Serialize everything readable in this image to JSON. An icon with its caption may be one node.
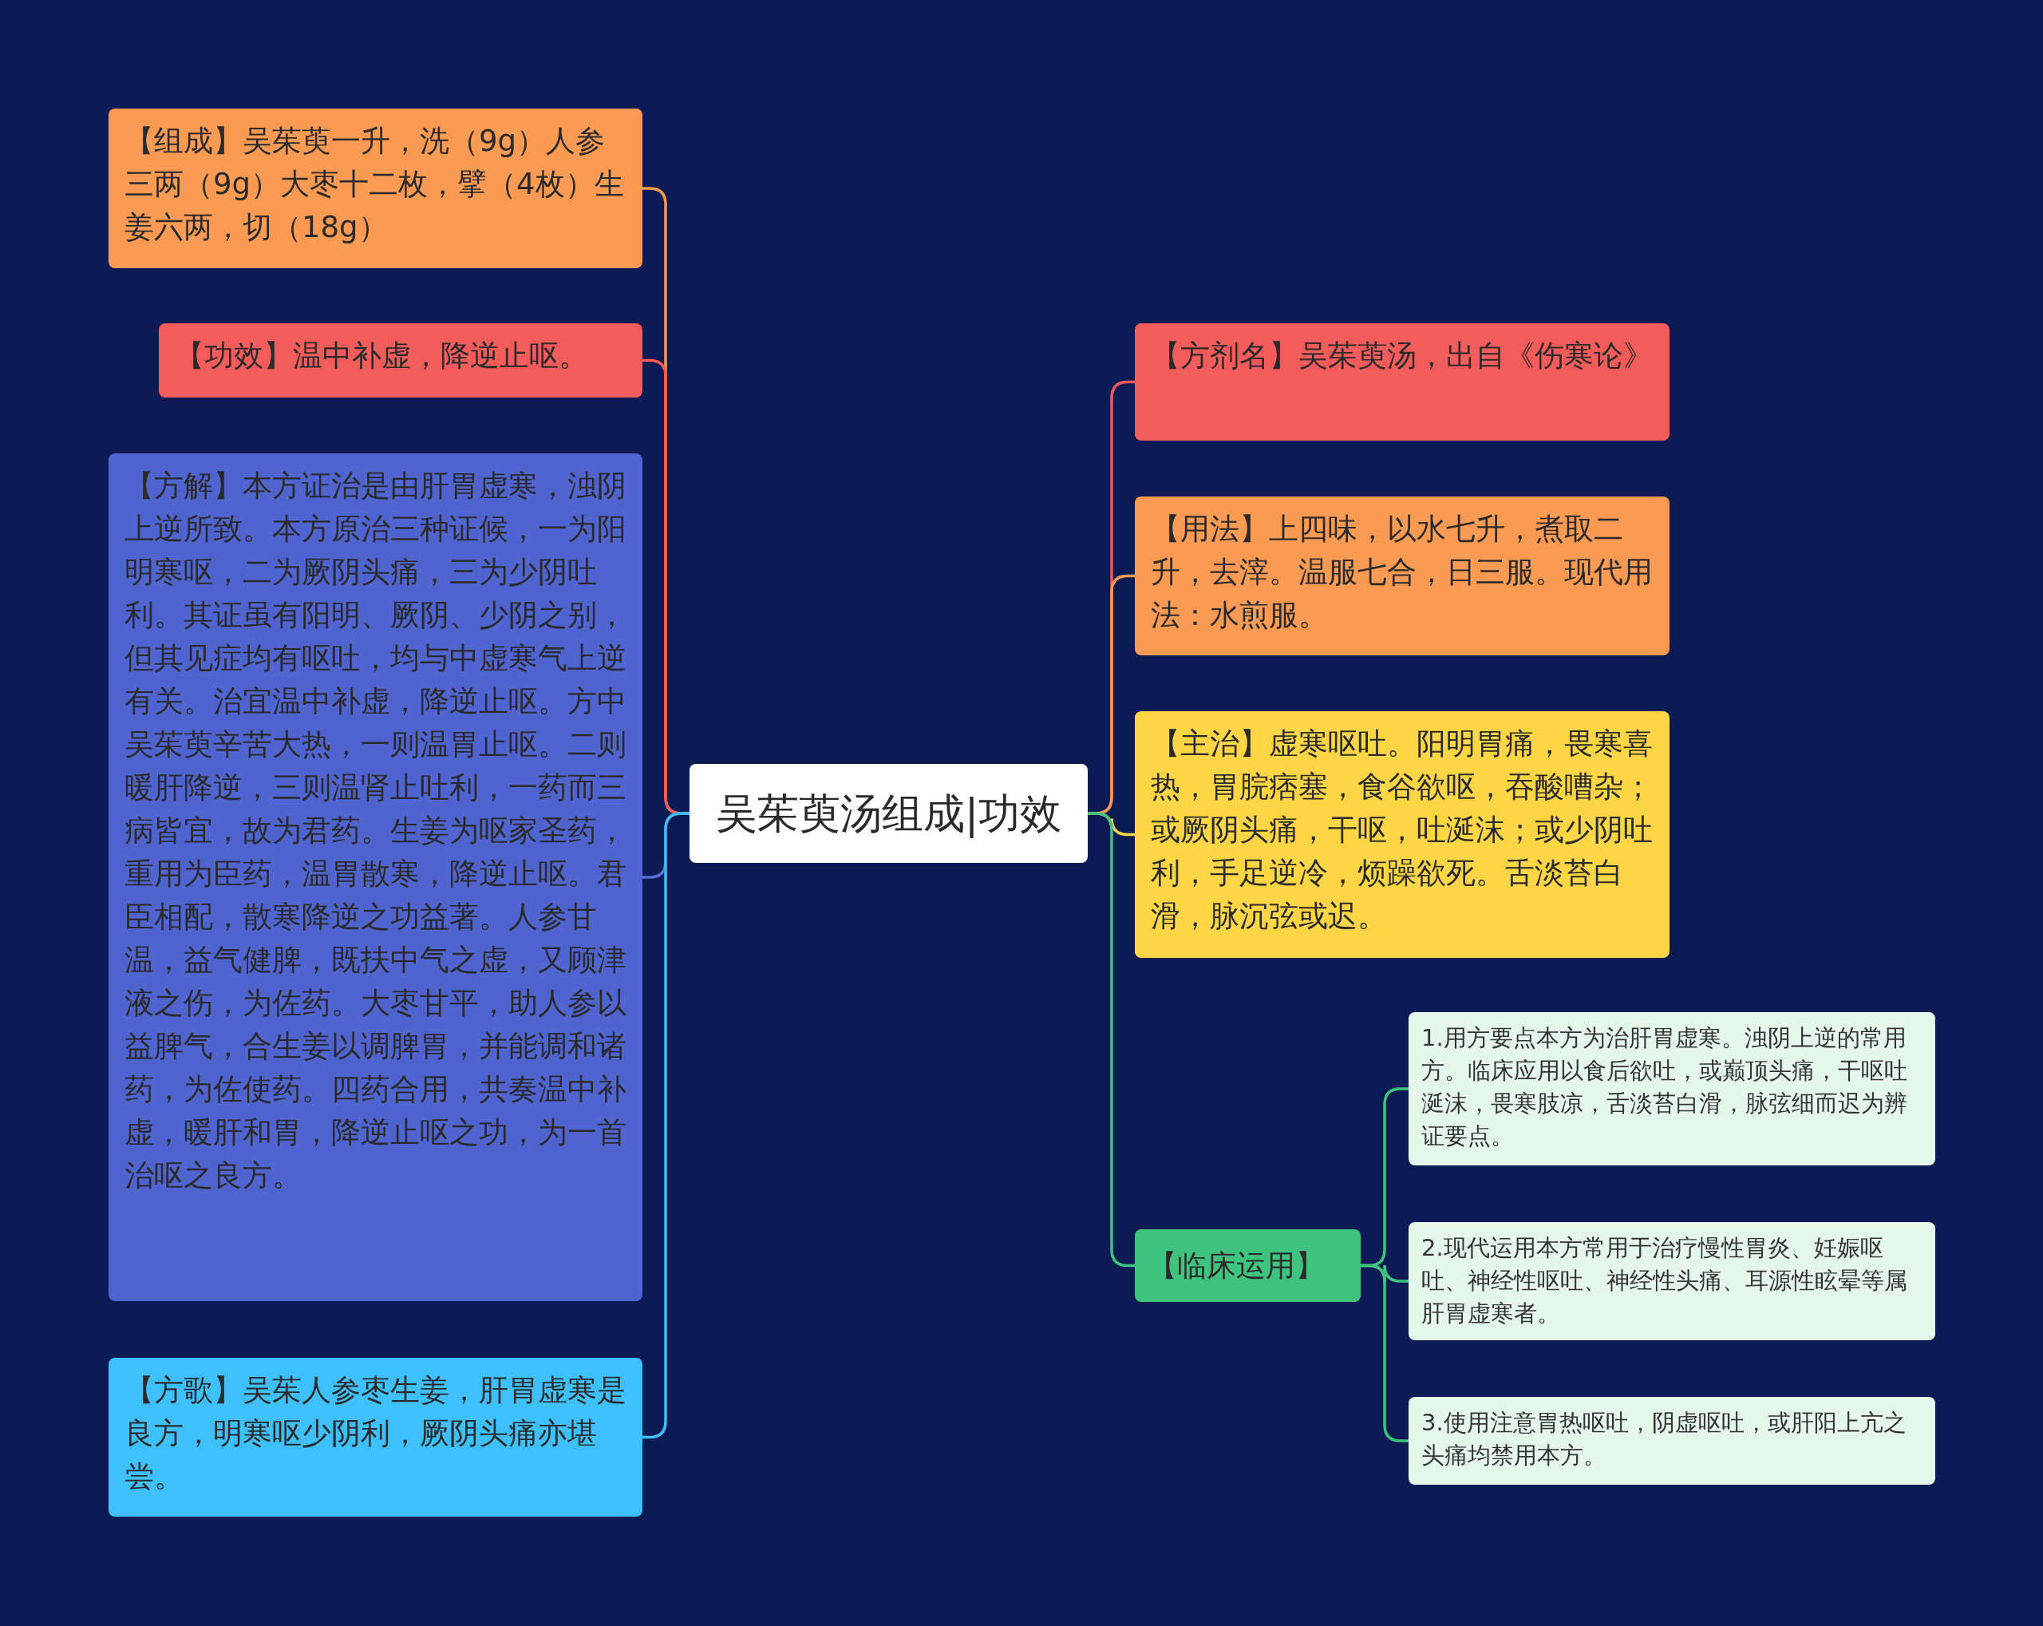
{
  "diagram": {
    "nodes": [
      {
        "text": [
          "吴茱萸汤组成|功效"
        ]
      },
      {
        "text": [
          "【组成】吴茱萸一升，洗（9g）人参三两（9g）大枣十二枚，擘（4枚）生姜六两，切（18g）"
        ]
      },
      {
        "text": [
          "【功效】温中补虚，降逆止呕。"
        ]
      },
      {
        "text": [
          "【方解】本方证治是由肝胃虚寒，浊阴上逆所致。本方原治三种证候，一为阳明寒呕，二为厥阴头痛，三为少阴吐利。其证虽有阳明、厥阴、少阴之别，但其见症均有呕吐，均与中虚寒气上逆有关。治宜温中补虚，降逆止呕。方中吴茱萸辛苦大热，一则温胃止呕。二则暖肝降逆，三则温肾止吐利，一药而三病皆宜，故为君药。生姜为呕家圣药，重用为臣药，温胃散寒，降逆止呕。君臣相配，散寒降逆之功益著。人参甘温，益气健脾，既扶中气之虚，又顾津液之伤，为佐药。大枣甘平，助人参以益脾气，合生姜以调脾胃，并能调和诸药，为佐使药。四药合用，共奏温中补虚，暖肝和胃，降逆止呕之功，为一首治呕之良方。"
        ]
      },
      {
        "text": [
          "【方歌】吴茱人参枣生姜，肝胃虚寒是良方，明寒呕少阴利，厥阴头痛亦堪尝。"
        ]
      },
      {
        "text": [
          "【方剂名】吴茱萸汤，出自《伤寒论》"
        ]
      },
      {
        "text": [
          "【用法】上四味，以水七升，煮取二升，去滓。温服七合，日三服。现代用法：水煎服。"
        ]
      },
      {
        "text": [
          "【主治】虚寒呕吐。阳明胃痛，畏寒喜热，胃脘痞塞，食谷欲呕，吞酸嘈杂；或厥阴头痛，干呕，吐涎沫；或少阴吐利，手足逆冷，烦躁欲死。舌淡苔白滑，脉沉弦或迟。"
        ]
      },
      {
        "text": [
          "【临床运用】"
        ]
      },
      {
        "text": [
          "1.用方要点本方为治肝胃虚寒。浊阴上逆的常用方。临床应用以食后欲吐，或巅顶头痛，干呕吐涎沫，畏寒肢凉，舌淡苔白滑，脉弦细而迟为辨证要点。"
        ]
      },
      {
        "text": [
          "2.现代运用本方常用于治疗慢性胃炎、妊娠呕吐、神经性呕吐、神经性头痛、耳源性眩晕等属肝胃虚寒者。"
        ]
      },
      {
        "text": [
          "3.使用注意胃热呕吐，阴虚呕吐，或肝阳上亢之头痛均禁用本方。"
        ]
      }
    ],
    "edges": [
      {
        "from": 0,
        "to": 1,
        "arrow": "none",
        "color": "#f99b4f"
      },
      {
        "from": 0,
        "to": 2,
        "arrow": "none",
        "color": "#f25a5a"
      },
      {
        "from": 0,
        "to": 3,
        "arrow": "none",
        "color": "#5a6fd6"
      },
      {
        "from": 0,
        "to": 4,
        "arrow": "none",
        "color": "#40bff5"
      },
      {
        "from": 0,
        "to": 5,
        "arrow": "none",
        "color": "#f25a5a"
      },
      {
        "from": 0,
        "to": 6,
        "arrow": "none",
        "color": "#f99b4f"
      },
      {
        "from": 0,
        "to": 7,
        "arrow": "none",
        "color": "#fdd545"
      },
      {
        "from": 0,
        "to": 8,
        "arrow": "none",
        "color": "#3ec47e"
      },
      {
        "from": 8,
        "to": 9,
        "arrow": "none",
        "color": "#3ec47e"
      },
      {
        "from": 8,
        "to": 10,
        "arrow": "none",
        "color": "#3ec47e"
      },
      {
        "from": 8,
        "to": 11,
        "arrow": "none",
        "color": "#3ec47e"
      }
    ]
  }
}
